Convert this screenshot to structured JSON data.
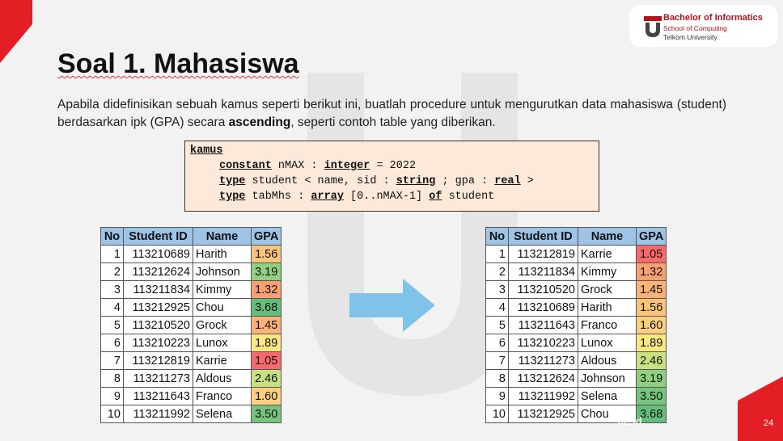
{
  "logo": {
    "line1": "Bachelor of Informatics",
    "line2": "School of Computing",
    "line3": "Telkom University"
  },
  "title": "Soal 1. Mahasiswa",
  "paragraph": {
    "part1": "Apabila didefinisikan sebuah kamus seperti berikut ini, buatlah procedure untuk mengurutkan data mahasiswa (student) berdasarkan ipk (GPA) secara ",
    "bold": "ascending",
    "part2": ", seperti contoh table yang diberikan."
  },
  "kamus": {
    "header": "kamus",
    "line1": {
      "kw": "constant",
      "a": " nMAX : ",
      "kw2": "integer",
      "b": " = 2022"
    },
    "line2": {
      "kw": "type",
      "a": " student < name, sid : ",
      "kw2": "string",
      "b": " ; gpa : ",
      "kw3": "real",
      "c": " >"
    },
    "line3": {
      "kw": "type",
      "a": " tabMhs : ",
      "kw2": "array",
      "b": " [0..nMAX-1] ",
      "kw3": "of",
      "c": " student"
    }
  },
  "table_headers": [
    "No",
    "Student ID",
    "Name",
    "GPA"
  ],
  "table_before": [
    {
      "no": "1",
      "sid": "113210689",
      "name": "Harith",
      "gpa": "1.56",
      "color": "#fcc37a"
    },
    {
      "no": "2",
      "sid": "113212624",
      "name": "Johnson",
      "gpa": "3.19",
      "color": "#8fcf7f"
    },
    {
      "no": "3",
      "sid": "113211834",
      "name": "Kimmy",
      "gpa": "1.32",
      "color": "#f8a072"
    },
    {
      "no": "4",
      "sid": "113212925",
      "name": "Chou",
      "gpa": "3.68",
      "color": "#63be7b"
    },
    {
      "no": "5",
      "sid": "113210520",
      "name": "Grock",
      "gpa": "1.45",
      "color": "#f9b377"
    },
    {
      "no": "6",
      "sid": "113210223",
      "name": "Lunox",
      "gpa": "1.89",
      "color": "#fde783"
    },
    {
      "no": "7",
      "sid": "113212819",
      "name": "Karrie",
      "gpa": "1.05",
      "color": "#f8696b"
    },
    {
      "no": "8",
      "sid": "113211273",
      "name": "Aldous",
      "gpa": "2.46",
      "color": "#c8e183"
    },
    {
      "no": "9",
      "sid": "113211643",
      "name": "Franco",
      "gpa": "1.60",
      "color": "#fdcf7e"
    },
    {
      "no": "10",
      "sid": "113211992",
      "name": "Selena",
      "gpa": "3.50",
      "color": "#76c47d"
    }
  ],
  "table_after": [
    {
      "no": "1",
      "sid": "113212819",
      "name": "Karrie",
      "gpa": "1.05",
      "color": "#f8696b"
    },
    {
      "no": "2",
      "sid": "113211834",
      "name": "Kimmy",
      "gpa": "1.32",
      "color": "#f8a072"
    },
    {
      "no": "3",
      "sid": "113210520",
      "name": "Grock",
      "gpa": "1.45",
      "color": "#f9b377"
    },
    {
      "no": "4",
      "sid": "113210689",
      "name": "Harith",
      "gpa": "1.56",
      "color": "#fcc37a"
    },
    {
      "no": "5",
      "sid": "113211643",
      "name": "Franco",
      "gpa": "1.60",
      "color": "#fdcf7e"
    },
    {
      "no": "6",
      "sid": "113210223",
      "name": "Lunox",
      "gpa": "1.89",
      "color": "#fde783"
    },
    {
      "no": "7",
      "sid": "113211273",
      "name": "Aldous",
      "gpa": "2.46",
      "color": "#c8e183"
    },
    {
      "no": "8",
      "sid": "113212624",
      "name": "Johnson",
      "gpa": "3.19",
      "color": "#8fcf7f"
    },
    {
      "no": "9",
      "sid": "113211992",
      "name": "Selena",
      "gpa": "3.50",
      "color": "#76c47d"
    },
    {
      "no": "10",
      "sid": "113212925",
      "name": "Chou",
      "gpa": "3.68",
      "color": "#63be7b"
    }
  ],
  "footer": {
    "site": "ac.id",
    "page": "24"
  },
  "colors": {
    "brand_red": "#e31e24",
    "header_blue": "#9dc3e6",
    "arrow_blue": "#7fc4e8"
  }
}
